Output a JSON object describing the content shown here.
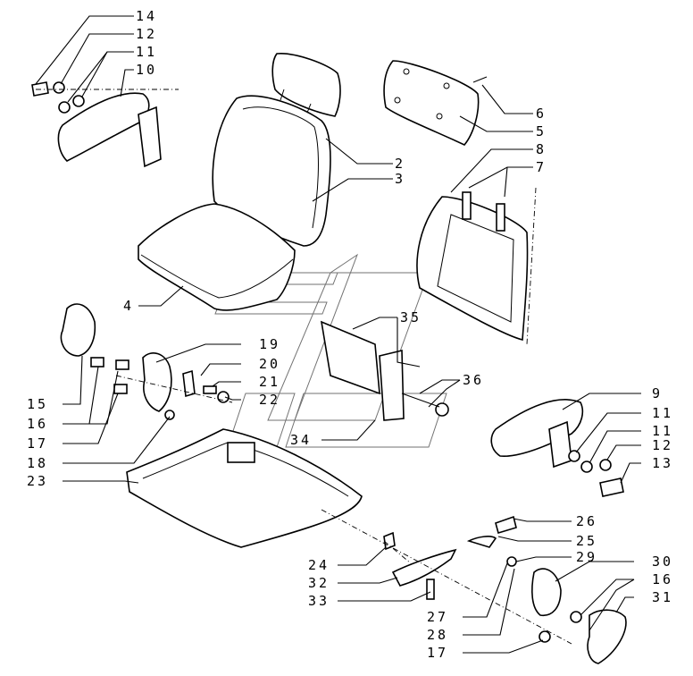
{
  "diagram": {
    "labels": {
      "l14": "14",
      "l12a": "12",
      "l11a": "11",
      "l10": "10",
      "l6": "6",
      "l5": "5",
      "l8": "8",
      "l7": "7",
      "l2": "2",
      "l3": "3",
      "l4": "4",
      "l19": "19",
      "l20": "20",
      "l21": "21",
      "l22": "22",
      "l35": "35",
      "l36": "36",
      "l34": "34",
      "l15": "15",
      "l16a": "16",
      "l17a": "17",
      "l18": "18",
      "l23": "23",
      "l9": "9",
      "l11b": "11",
      "l11c": "11",
      "l12b": "12",
      "l13": "13",
      "l26": "26",
      "l25": "25",
      "l29": "29",
      "l30": "30",
      "l16b": "16",
      "l31": "31",
      "l24": "24",
      "l32": "32",
      "l33": "33",
      "l27": "27",
      "l28": "28",
      "l17b": "17"
    }
  }
}
